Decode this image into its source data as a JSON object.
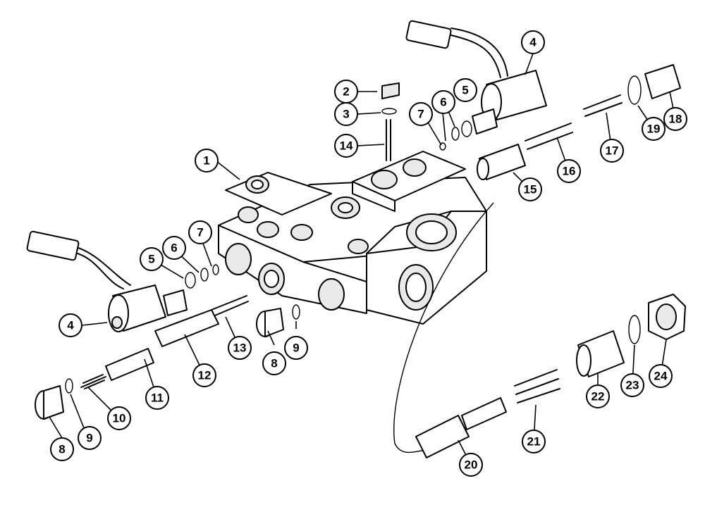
{
  "callouts": [
    {
      "id": "1",
      "label": "1"
    },
    {
      "id": "2",
      "label": "2"
    },
    {
      "id": "3",
      "label": "3"
    },
    {
      "id": "4a",
      "label": "4"
    },
    {
      "id": "4b",
      "label": "4"
    },
    {
      "id": "5a",
      "label": "5"
    },
    {
      "id": "5b",
      "label": "5"
    },
    {
      "id": "6a",
      "label": "6"
    },
    {
      "id": "6b",
      "label": "6"
    },
    {
      "id": "7a",
      "label": "7"
    },
    {
      "id": "7b",
      "label": "7"
    },
    {
      "id": "8a",
      "label": "8"
    },
    {
      "id": "8b",
      "label": "8"
    },
    {
      "id": "9a",
      "label": "9"
    },
    {
      "id": "9b",
      "label": "9"
    },
    {
      "id": "10",
      "label": "10"
    },
    {
      "id": "11",
      "label": "11"
    },
    {
      "id": "12",
      "label": "12"
    },
    {
      "id": "13",
      "label": "13"
    },
    {
      "id": "14",
      "label": "14"
    },
    {
      "id": "15",
      "label": "15"
    },
    {
      "id": "16",
      "label": "16"
    },
    {
      "id": "17",
      "label": "17"
    },
    {
      "id": "18",
      "label": "18"
    },
    {
      "id": "19",
      "label": "19"
    },
    {
      "id": "20",
      "label": "20"
    },
    {
      "id": "21",
      "label": "21"
    },
    {
      "id": "22",
      "label": "22"
    },
    {
      "id": "23",
      "label": "23"
    },
    {
      "id": "24",
      "label": "24"
    }
  ]
}
